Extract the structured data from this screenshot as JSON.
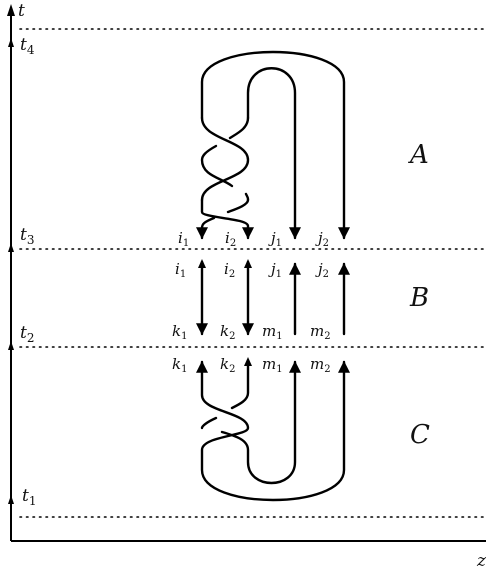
{
  "axes": {
    "vertical_label": "t",
    "horizontal_label": "z"
  },
  "time_levels": [
    {
      "name": "t4",
      "base": "t",
      "sub": "4"
    },
    {
      "name": "t3",
      "base": "t",
      "sub": "3"
    },
    {
      "name": "t2",
      "base": "t",
      "sub": "2"
    },
    {
      "name": "t1",
      "base": "t",
      "sub": "1"
    }
  ],
  "regions": [
    "A",
    "B",
    "C"
  ],
  "endpoint_rows": [
    [
      {
        "base": "i",
        "sub": "1"
      },
      {
        "base": "i",
        "sub": "2"
      },
      {
        "base": "j",
        "sub": "1"
      },
      {
        "base": "j",
        "sub": "2"
      }
    ],
    [
      {
        "base": "i",
        "sub": "1"
      },
      {
        "base": "i",
        "sub": "2"
      },
      {
        "base": "j",
        "sub": "1"
      },
      {
        "base": "j",
        "sub": "2"
      }
    ],
    [
      {
        "base": "k",
        "sub": "1"
      },
      {
        "base": "k",
        "sub": "2"
      },
      {
        "base": "m",
        "sub": "1"
      },
      {
        "base": "m",
        "sub": "2"
      }
    ],
    [
      {
        "base": "k",
        "sub": "1"
      },
      {
        "base": "k",
        "sub": "2"
      },
      {
        "base": "m",
        "sub": "1"
      },
      {
        "base": "m",
        "sub": "2"
      }
    ]
  ]
}
